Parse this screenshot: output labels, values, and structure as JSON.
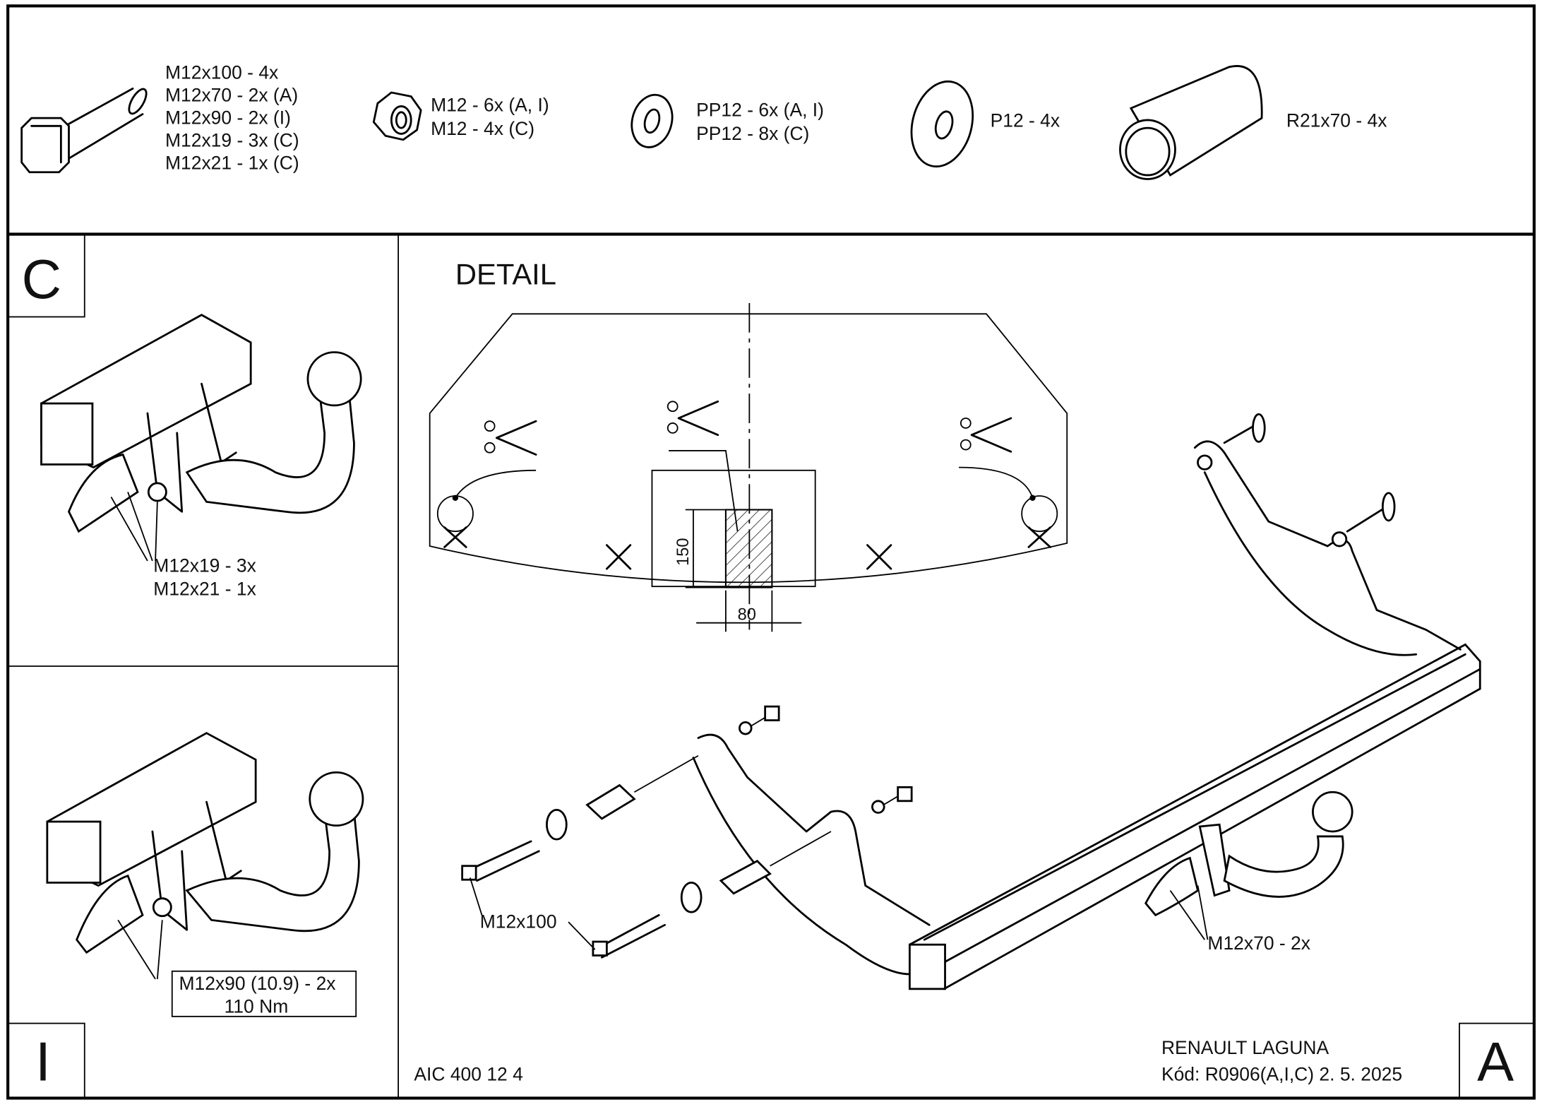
{
  "parts": {
    "bolt": [
      "M12x100 - 4x",
      "M12x70 - 2x (A)",
      "M12x90 - 2x (I)",
      "M12x19 - 3x (C)",
      "M12x21 - 1x (C)"
    ],
    "nut": [
      "M12 - 6x (A, I)",
      "M12 - 4x (C)"
    ],
    "washer": [
      "PP12 - 6x (A, I)",
      "PP12 - 8x (C)"
    ],
    "large_washer": "P12 - 4x",
    "sleeve": "R21x70 - 4x"
  },
  "panel_c": {
    "letter": "C",
    "labels": [
      "M12x19 - 3x",
      "M12x21 - 1x"
    ]
  },
  "panel_i": {
    "letter": "I",
    "labels": [
      "M12x90 (10.9) - 2x",
      "110 Nm"
    ]
  },
  "panel_a": {
    "letter": "A",
    "detail_title": "DETAIL",
    "dim_height": "150",
    "dim_width": "80",
    "label_bolt_long": "M12x100",
    "label_bolt_short": "M12x70 - 2x",
    "product_code": "AIC 400 12 4",
    "vehicle": "RENAULT LAGUNA",
    "code_date": "Kód: R0906(A,I,C)  2. 5. 2025"
  }
}
